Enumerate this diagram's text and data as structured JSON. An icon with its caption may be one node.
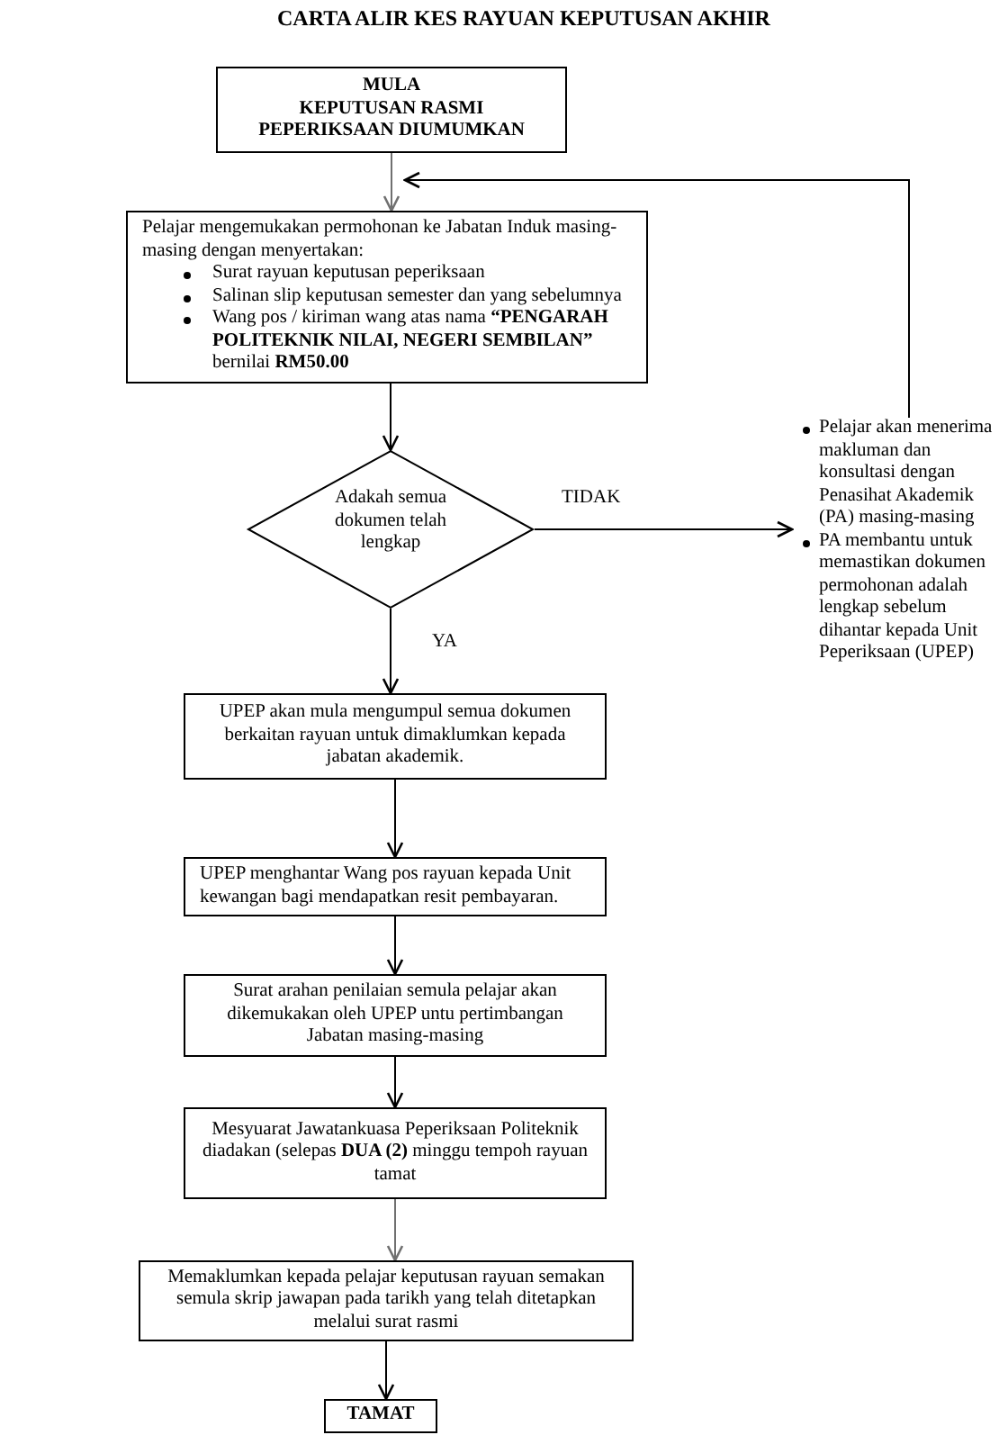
{
  "diagram": {
    "title": "CARTA ALIR KES RAYUAN KEPUTUSAN AKHIR",
    "nodes": [
      {
        "text": [
          "MULA",
          "KEPUTUSAN RASMI PEPERIKSAAN DIUMUMKAN"
        ]
      },
      {
        "text": [
          "Pelajar mengemukakan permohonan ke Jabatan Induk masing-masing dengan menyertakan:",
          "Surat rayuan keputusan peperiksaan",
          "Salinan slip keputusan semester dan yang sebelumnya",
          "Wang pos / kiriman wang atas nama **“PENGARAH POLITEKNIK NILAI, NEGERI SEMBILAN”** bernilai **RM50.00**"
        ]
      },
      {
        "text": [
          "Adakah semua dokumen telah lengkap"
        ]
      },
      {
        "text": [
          "Pelajar akan menerima makluman dan konsultasi dengan Penasihat Akademik (PA) masing-masing",
          "PA membantu untuk memastikan dokumen permohonan adalah lengkap sebelum dihantar kepada Unit Peperiksaan (UPEP)"
        ]
      },
      {
        "text": [
          "UPEP akan mula mengumpul semua dokumen berkaitan rayuan untuk dimaklumkan kepada jabatan akademik."
        ]
      },
      {
        "text": [
          "UPEP menghantar Wang pos rayuan kepada Unit kewangan bagi mendapatkan resit pembayaran."
        ]
      },
      {
        "text": [
          "Surat arahan penilaian semula pelajar akan dikemukakan oleh UPEP untu pertimbangan Jabatan masing-masing"
        ]
      },
      {
        "text": [
          "Mesyuarat Jawatankuasa Peperiksaan Politeknik diadakan (selepas **DUA (2)** minggu tempoh rayuan tamat"
        ]
      },
      {
        "text": [
          "Memaklumkan kepada pelajar keputusan rayuan semakan semula skrip jawapan pada tarikh yang telah ditetapkan melalui surat rasmi"
        ]
      },
      {
        "text": [
          "TAMAT"
        ]
      }
    ],
    "edges": [
      {
        "from": 0,
        "to": 1,
        "arrow": "to",
        "color": "#707070"
      },
      {
        "from": 1,
        "to": 2,
        "arrow": "to"
      },
      {
        "from": 2,
        "to": 3,
        "arrow": "to",
        "label": "TIDAK"
      },
      {
        "from": 3,
        "to": 1,
        "arrow": "to"
      },
      {
        "from": 2,
        "to": 4,
        "arrow": "to",
        "label": "YA"
      },
      {
        "from": 4,
        "to": 5,
        "arrow": "to"
      },
      {
        "from": 5,
        "to": 6,
        "arrow": "to"
      },
      {
        "from": 6,
        "to": 7,
        "arrow": "to"
      },
      {
        "from": 7,
        "to": 8,
        "arrow": "to",
        "color": "#707070"
      },
      {
        "from": 8,
        "to": 9,
        "arrow": "to"
      }
    ]
  }
}
